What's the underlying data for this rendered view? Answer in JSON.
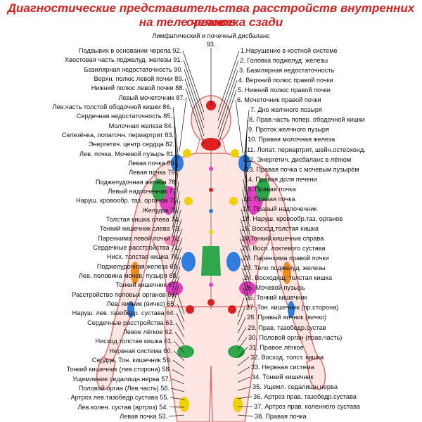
{
  "title": {
    "line1": "Диагностические представительства расстройств внутренних органов",
    "line2": "на теле человека сзади"
  },
  "top_label": {
    "number": "93.",
    "text": "Лимфатический и почечный дисбаланс"
  },
  "left_labels": [
    "Подвывих в основании черепа 92.",
    "Хвостовая часть поджелуд. железы 91.",
    "Базилярная недостаточность 90.",
    "Верхн. полюс левой почки 89.",
    "Нижний полюс левой почки 88.",
    "Левый мочеточник 87.",
    "Лев.часть толстой ободочной кишки 86.",
    "Сердечная недостаточность 85.",
    "Молочная железа 84.",
    "Селезёнка, лопаточн. периартрит 83.",
    "Энергетич. центр сердца 82.",
    "Лев. почка. Мочевой пузырь 81.",
    "Левая почка 80.",
    "Левая почка 79.",
    "Поджелудочная железа 78.",
    "Левый надпочечник 77.",
    "Наруш. кровообр. таз. органов 76.",
    "Желудок 75.",
    "Толстая кишка слева 74.",
    "Тонкий кишечник слева 73.",
    "Паренхима левой почки 72.",
    "Сердечные расстройства 71.",
    "Нисх. толстая кишка 70.",
    "Поджелудочная железа 69.",
    "Лев. половина мочев. пузыря 68.",
    "Тонкий кишечник 67.",
    "Расстройство половых органов 66.",
    "Лев. яичник (яичко) 65.",
    "Наруш. лев. тазобедр. сустава 64.",
    "Сердечные расстройства 63.",
    "Левое лёгкое 62.",
    "Нисход.толстая кишка 61.",
    "Нервная система 60.",
    "Сердце. Тон. кишечник 59.",
    "Тонкий кишечник (лев.сторона) 58.",
    "Ущемление седалищн.нерва 57.",
    "Половой орган (Лев.часть) 56.",
    "Артроз лев.тазобедр.сустава 55.",
    "Лев.колен. сустав (артроз) 54.",
    "Левая почка 53."
  ],
  "right_labels": [
    "1.Нарушение в костной системе",
    "2. Головка поджелуд. железы",
    "3. Базилярная недостаточность",
    "4. Верхний полюс правой почки",
    "5. Нижний полюс правой почки",
    "6. Мочеточник правой почки",
    "7. Дно желчного позыря",
    "8. Прав.часть попер. ободочной кишки",
    "9. Проток желчного пузыря",
    "10. Правая молочная железа",
    "11. Лопат. периартрит, шейн.остеохонд.",
    "12. Энергетич. дисбаланс в лёгком",
    "13. Правая почка с мочевым пузырём",
    "14. Правая доля печени",
    "15. Правая почка",
    "16. Правая почка",
    "17. Правый надпочечник",
    "18. Наруш. кровообр.таз. органов",
    "19. Восход.толстая кишка",
    "20.Тонкий кишечник справа",
    "21. Восп. локтевого сустава",
    "22. Паренхима правой почки",
    "23. Тело поджелуд. железы",
    "24. Восходящ. толстая кишка",
    "25. Мочевой пузырь",
    "26. Тонкий кишечник",
    "27. Тон. кишечник (пр.сторона)",
    "28. Правый яичник (яичко)",
    "29. Прав. тазобедр.сустав",
    "30. Половой орган (прав.часть)",
    "31. Правое лёгкое",
    "32. Восход. толст. кишка",
    "33. Нервная система",
    "34. Тонкий кишечник",
    "35. Ущемл. седалищн.нерва",
    "36. Артроз прав. тазобедр.сустава",
    "37. Артроз прав. коленного сустава",
    "38. Правая почка"
  ],
  "colors": {
    "title": "#d32020",
    "line": "#111111",
    "skin": "#ffe6e2",
    "outline": "#e07070",
    "magenta": "#e040c0",
    "blue": "#2f7de0",
    "green": "#2ea84a",
    "yellow": "#f2d000",
    "orange": "#f08a1a",
    "red": "#e02020",
    "pink": "#ff8fbf"
  }
}
